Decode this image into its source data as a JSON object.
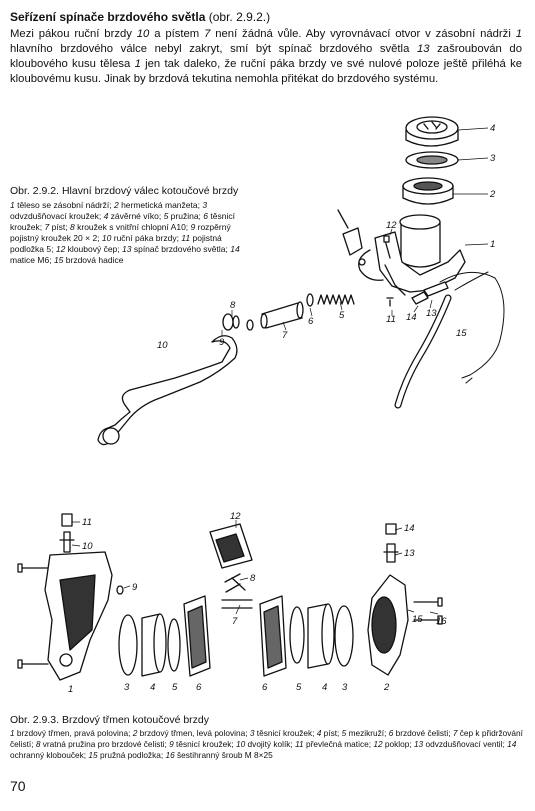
{
  "heading": {
    "bold": "Seřízení spínače brzdového světla",
    "ref": "(obr. 2.9.2.)"
  },
  "intro": {
    "p1": "Mezi pákou ruční brzdy ",
    "n10": "10",
    "p2": " a pístem ",
    "n7": "7",
    "p3": " není žádná vůle. Aby vyrovnávací otvor v zásobní nádrži ",
    "n1a": "1",
    "p4": " hlavního brzdového válce nebyl zakryt, smí být spínač brzdového světla ",
    "n13": "13",
    "p5": " zašroubován do kloubového kusu tělesa ",
    "n1b": "1",
    "p6": " jen tak daleko, že ruční páka brzdy ve své nulové poloze ještě přilé­há ke kloubovému kusu. Jinak by brzdová tekutina nemohla přitékat do brzdového systému."
  },
  "fig1": {
    "caption": "Obr. 2.9.2. Hlavní brzdový válec kotoučové brzdy",
    "legend": [
      {
        "n": "1",
        "t": " těleso se zásobní nádrží; "
      },
      {
        "n": "2",
        "t": " hermetická manžeta; "
      },
      {
        "n": "3",
        "t": " odvzdušňovací kroužek; "
      },
      {
        "n": "4",
        "t": " závěrné víko; "
      },
      {
        "n": "5",
        "t": " pružina; "
      },
      {
        "n": "6",
        "t": " těsnicí kroužek; "
      },
      {
        "n": "7",
        "t": " píst; "
      },
      {
        "n": "8",
        "t": " kroužek s vnitřní chlopní A10; "
      },
      {
        "n": "9",
        "t": " rozpěrný pojistný kroužek 20 × 2; "
      },
      {
        "n": "10",
        "t": " ruční páka brzdy; "
      },
      {
        "n": "11",
        "t": " pojistná podložka 5; "
      },
      {
        "n": "12",
        "t": " kloubový čep; "
      },
      {
        "n": "13",
        "t": " spínač brzdového světla; "
      },
      {
        "n": "14",
        "t": " matice M6; "
      },
      {
        "n": "15",
        "t": " brzdová hadice"
      }
    ]
  },
  "fig2": {
    "caption": "Obr. 2.9.3. Brzdový třmen kotoučové brzdy",
    "legend": [
      {
        "n": "1",
        "t": " brzdový třmen, pravá polovina; "
      },
      {
        "n": "2",
        "t": " brzdový třmen, levá polovina; "
      },
      {
        "n": "3",
        "t": " těsnicí kroužek; "
      },
      {
        "n": "4",
        "t": " píst; "
      },
      {
        "n": "5",
        "t": " mezikruží; "
      },
      {
        "n": "6",
        "t": " brzdové čelisti; "
      },
      {
        "n": "7",
        "t": " čep k přidržování čelistí; "
      },
      {
        "n": "8",
        "t": " vratná pružina pro brzdové čelisti; "
      },
      {
        "n": "9",
        "t": " těsnicí kroužek; "
      },
      {
        "n": "10",
        "t": " dvojitý kolík; "
      },
      {
        "n": "11",
        "t": " převlečná matice; "
      },
      {
        "n": "12",
        "t": " poklop; "
      },
      {
        "n": "13",
        "t": " odvzdušňovací ventil; "
      },
      {
        "n": "14",
        "t": " ochranný klobouček; "
      },
      {
        "n": "15",
        "t": " pružná podložka; "
      },
      {
        "n": "16",
        "t": " šestihranný šroub M 8×25"
      }
    ]
  },
  "labels_fig1": [
    "4",
    "3",
    "2",
    "1",
    "12",
    "5",
    "6",
    "7",
    "8",
    "9",
    "10",
    "11",
    "14",
    "13",
    "15"
  ],
  "labels_fig2": [
    "11",
    "10",
    "9",
    "1",
    "3",
    "4",
    "5",
    "6",
    "12",
    "8",
    "7",
    "6",
    "5",
    "4",
    "3",
    "2",
    "14",
    "13",
    "15",
    "16"
  ],
  "page_number": "70"
}
